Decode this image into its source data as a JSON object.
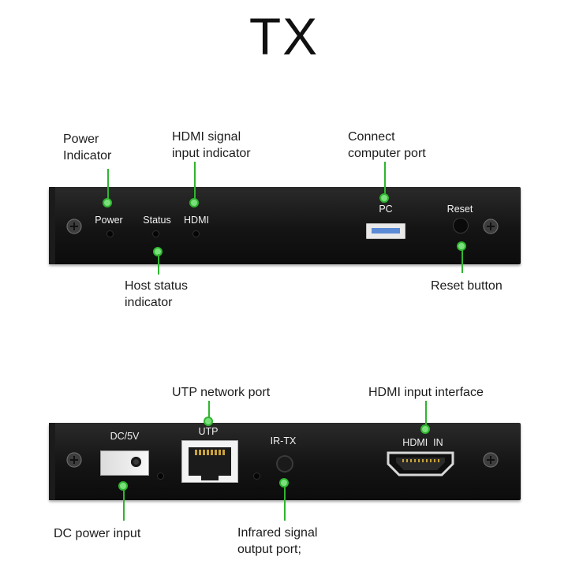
{
  "title": "TX",
  "top_panel": {
    "labels": {
      "power": "Power",
      "status": "Status",
      "hdmi": "HDMI",
      "pc": "PC",
      "reset": "Reset"
    },
    "callouts": {
      "power_indicator": [
        "Power",
        "Indicator"
      ],
      "hdmi_signal": [
        "HDMI signal",
        "input indicator"
      ],
      "connect_computer": [
        "Connect",
        "computer port"
      ],
      "host_status": [
        "Host status",
        "indicator"
      ],
      "reset_button": [
        "Reset button"
      ]
    }
  },
  "bottom_panel": {
    "labels": {
      "dc": "DC/5V",
      "utp": "UTP",
      "irtx": "IR-TX",
      "hdmi_in": "HDMI  IN"
    },
    "callouts": {
      "utp_port": [
        "UTP network port"
      ],
      "hdmi_input": [
        "HDMI input interface"
      ],
      "dc_power": [
        "DC power input"
      ],
      "infrared": [
        "Infrared signal",
        "output port;"
      ]
    }
  },
  "colors": {
    "accent": "#2fb52f",
    "panel": "#141414",
    "usb_tongue": "#5b8bd6"
  }
}
